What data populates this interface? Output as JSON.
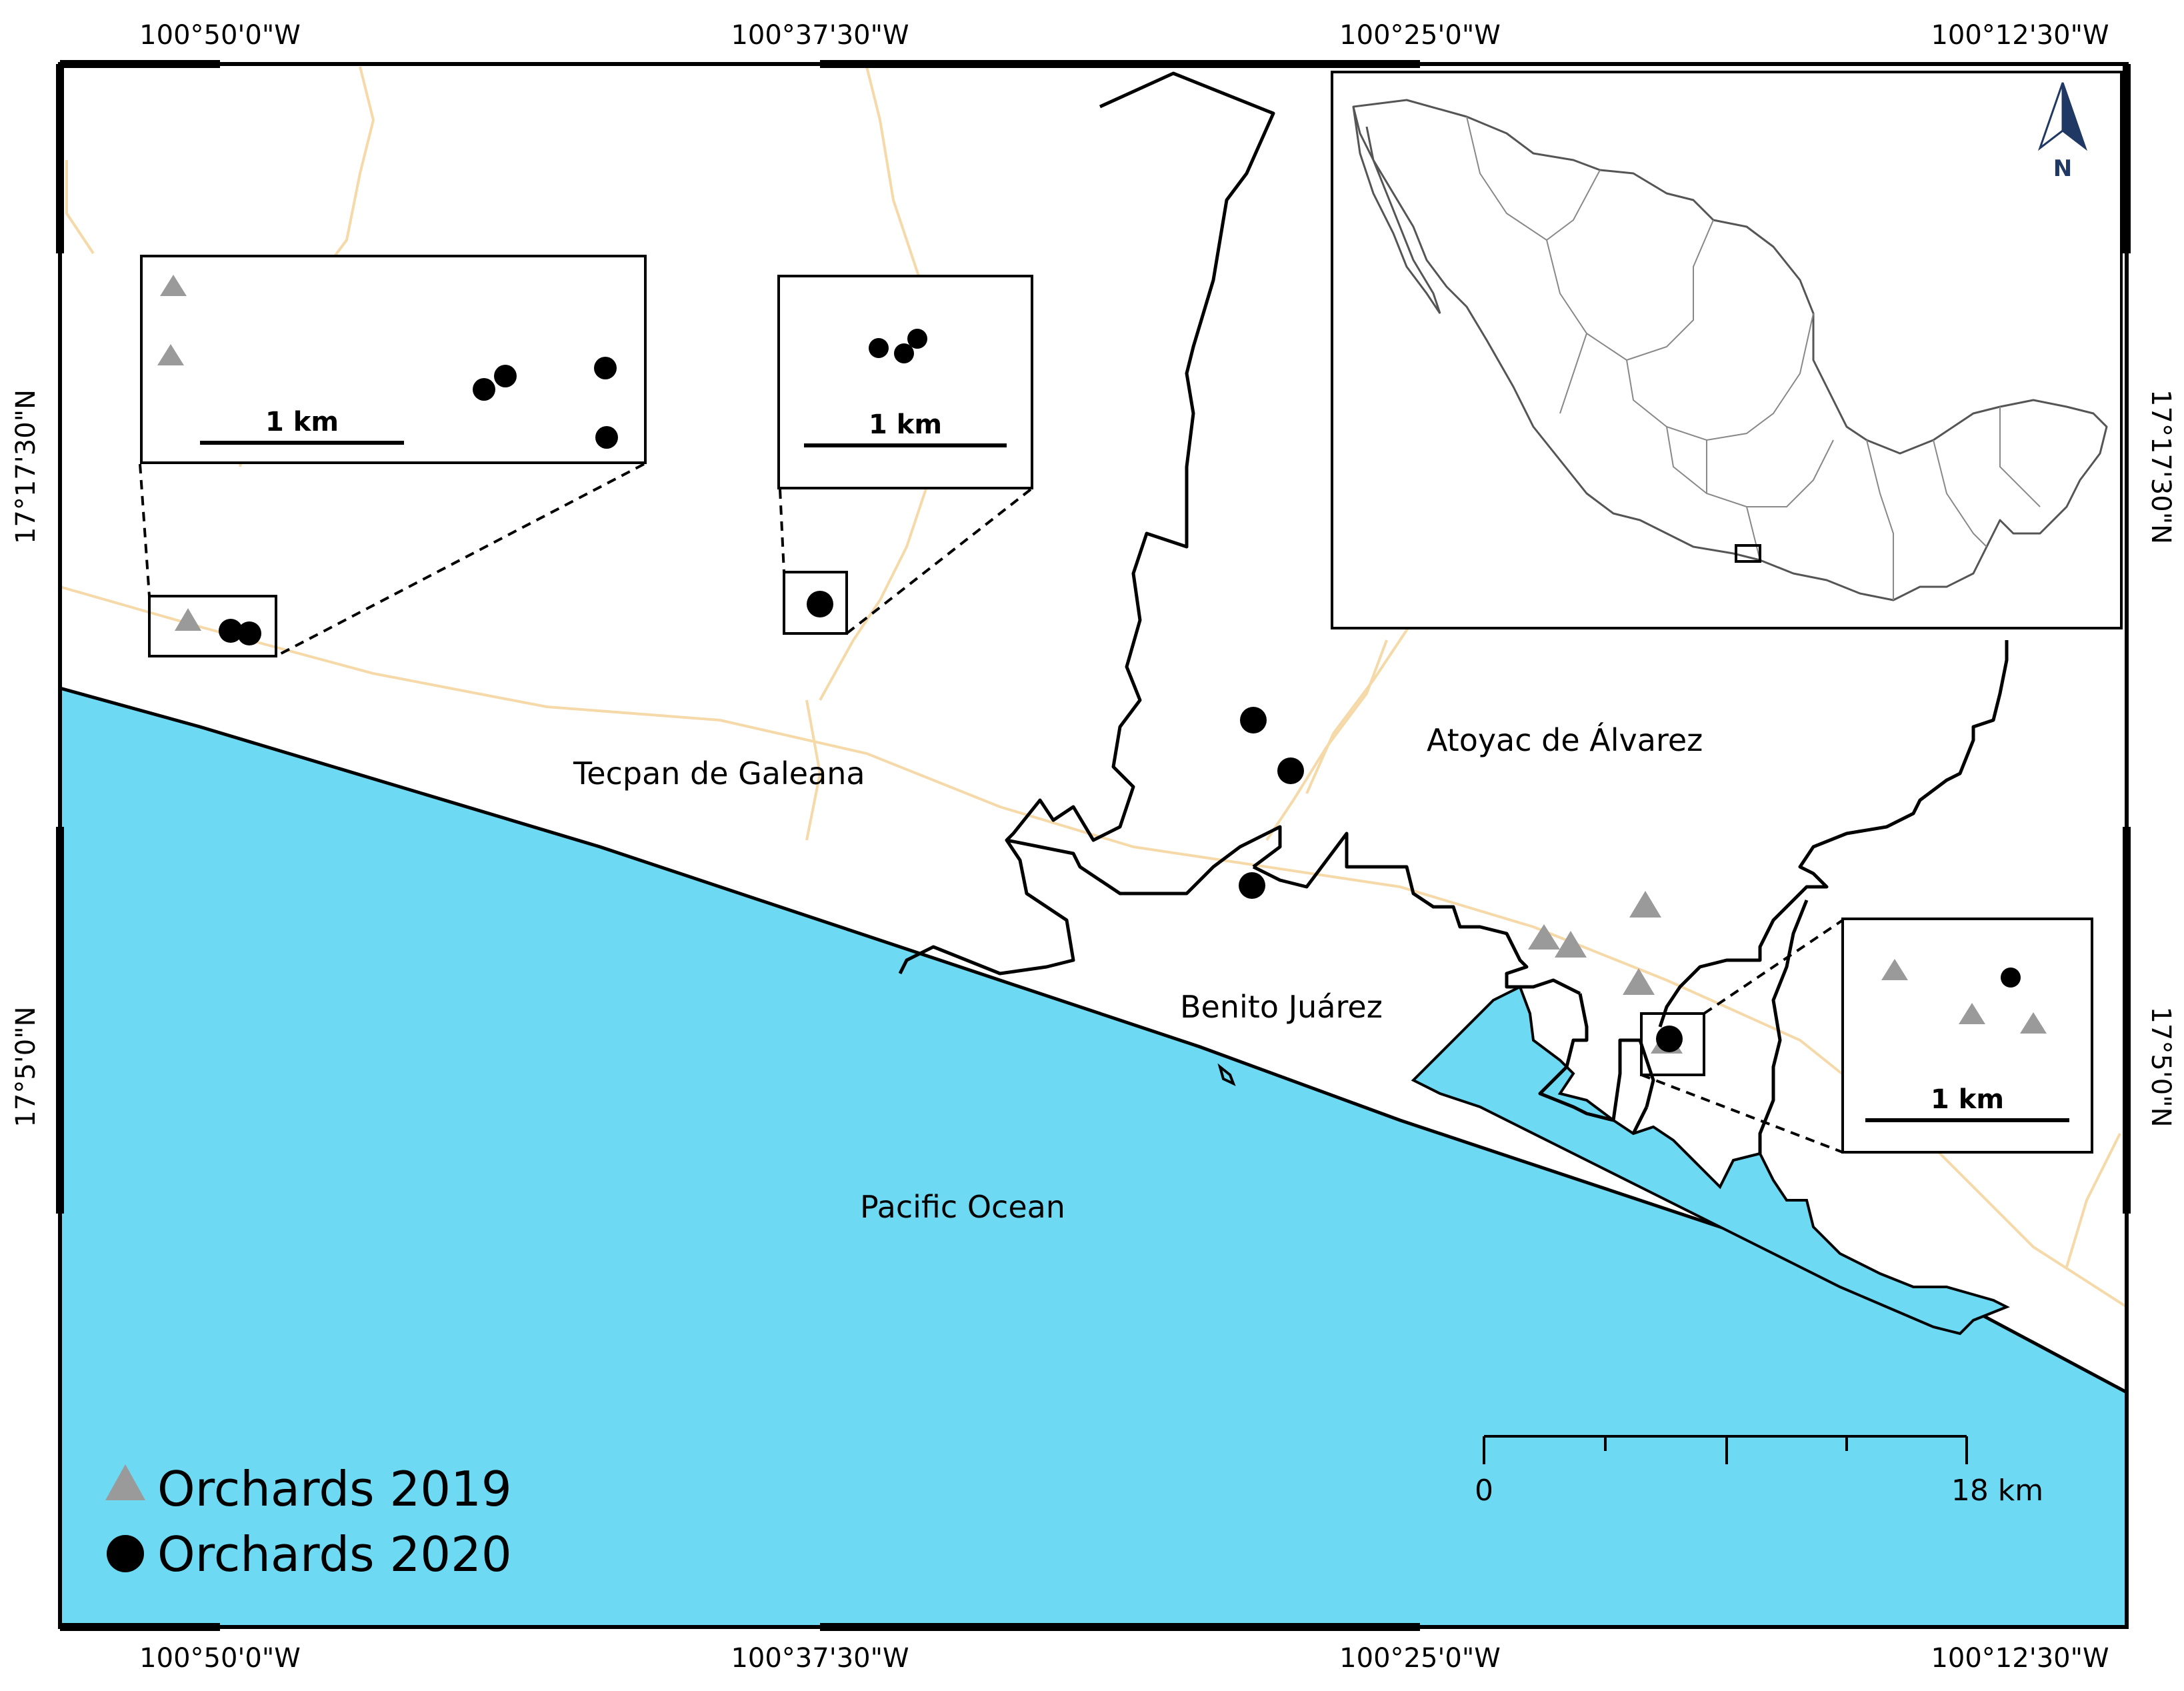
{
  "longitude_labels": [
    "100°50'0\"W",
    "100°37'30\"W",
    "100°25'0\"W",
    "100°12'30\"W"
  ],
  "latitude_labels": [
    "17°17'30\"N",
    "17°5'0\"N"
  ],
  "places": {
    "tecpan": "Tecpan de Galeana",
    "atoyac": "Atoyac de Álvarez",
    "benito": "Benito Juárez",
    "ocean": "Pacific Ocean"
  },
  "insets": {
    "inset1_km": "1 km",
    "inset2_km": "1 km",
    "inset3_km": "1 km"
  },
  "scale_bar": {
    "start": "0",
    "end": "18 km"
  },
  "north_arrow": "N",
  "legend": [
    {
      "label": "Orchards 2019",
      "symbol": "triangle",
      "color": "#9a9a9a"
    },
    {
      "label": "Orchards 2020",
      "symbol": "circle",
      "color": "#000000"
    }
  ],
  "colors": {
    "ocean": "#6dd9f2",
    "roads": "#f5d9a8",
    "border": "#000000",
    "triangle": "#9a9a9a",
    "circle": "#000000"
  }
}
